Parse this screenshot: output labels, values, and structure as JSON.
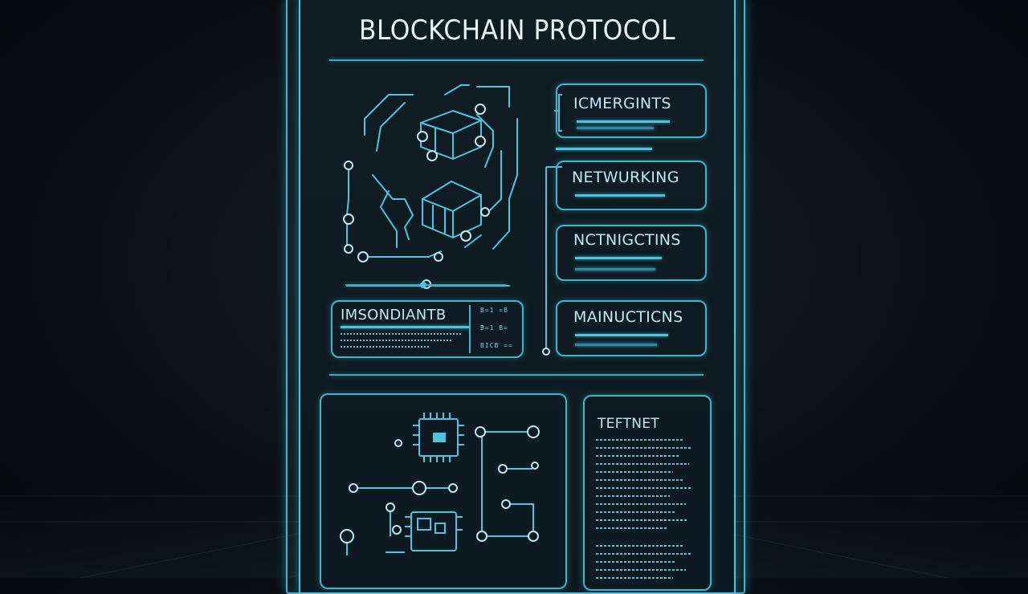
{
  "title": "BLOCKCHAIN PROTOCOL",
  "modules": [
    {
      "label": "ICMERGINTS"
    },
    {
      "label": "NETWURKING"
    },
    {
      "label": "NCTNIGCTINS"
    },
    {
      "label": "MAINUCTICNS"
    }
  ],
  "left_info_box": {
    "label": "IMSONDIANTB",
    "side_codes": [
      "B=1 =B",
      "B=1 B=",
      "BICB =="
    ]
  },
  "doc_panel": {
    "label": "TEFTNET"
  },
  "colors": {
    "accent": "#4cc6de",
    "frame": "#3fb6cc",
    "background": "#0b1116",
    "text": "#e8f4f6"
  }
}
